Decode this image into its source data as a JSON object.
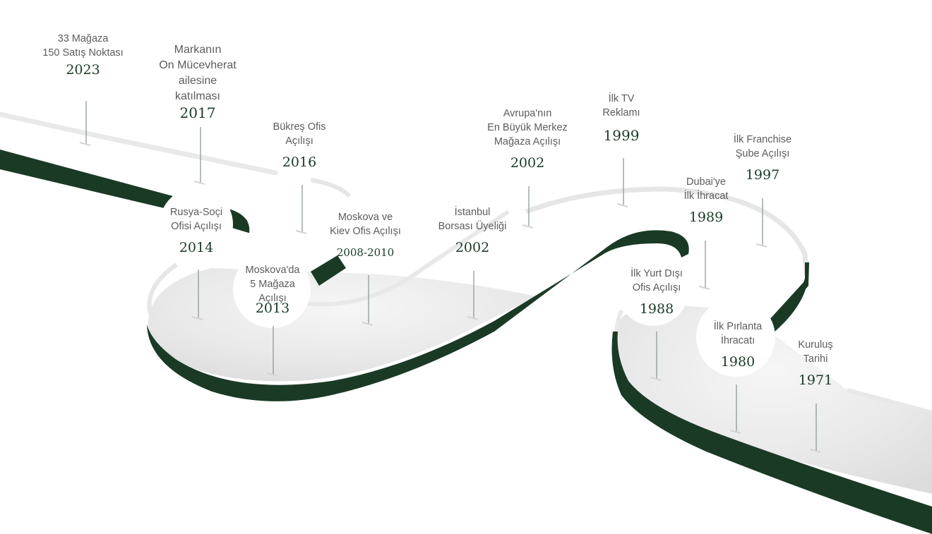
{
  "colors": {
    "road_side": "#1a3a26",
    "road_top": "#ffffff",
    "road_edge": "#e6e6e6",
    "year_text": "#1a3a26",
    "label_text": "#5c5c5c"
  },
  "milestones": [
    {
      "year": "2023",
      "lines": [
        "33 Mağaza",
        "150 Satış Noktası"
      ]
    },
    {
      "year": "2017",
      "lines": [
        "Markanın",
        "On Mücevherat",
        "ailesine",
        "katılması"
      ]
    },
    {
      "year": "2016",
      "lines": [
        "Bükreş Ofis",
        "Açılışı"
      ]
    },
    {
      "year": "2014",
      "lines": [
        "Rusya-Soçi",
        "Ofisi Açılışı"
      ]
    },
    {
      "year": "2013",
      "lines": [
        "Moskova'da",
        "5 Mağaza",
        "Açılışı"
      ]
    },
    {
      "year": "2008-2010",
      "lines": [
        "Moskova ve",
        "Kiev Ofis Açılışı"
      ]
    },
    {
      "year": "2002",
      "lines": [
        "İstanbul",
        "Borsası Üyeliği"
      ]
    },
    {
      "year": "2002",
      "lines": [
        "Avrupa'nın",
        "En Büyük Merkez",
        "Mağaza Açılışı"
      ]
    },
    {
      "year": "1999",
      "lines": [
        "İlk TV",
        "Reklamı"
      ]
    },
    {
      "year": "1997",
      "lines": [
        "İlk Franchise",
        "Şube Açılışı"
      ]
    },
    {
      "year": "1989",
      "lines": [
        "Dubai'ye",
        "İlk İhracat"
      ]
    },
    {
      "year": "1988",
      "lines": [
        "İlk Yurt Dışı",
        "Ofis Açılışı"
      ]
    },
    {
      "year": "1980",
      "lines": [
        "İlk Pırlanta",
        "İhracatı"
      ]
    },
    {
      "year": "1971",
      "lines": [
        "Kuruluş",
        "Tarihi"
      ]
    }
  ]
}
